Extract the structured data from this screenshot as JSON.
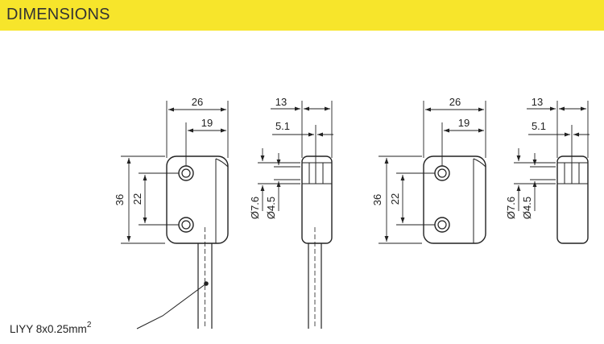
{
  "header": {
    "title": "DIMENSIONS"
  },
  "drawing": {
    "cable_label": "LIYY 8x0.25mm",
    "cable_label_superscript": "2",
    "front_view": {
      "width": "26",
      "hole_offset": "19",
      "height": "36",
      "hole_spacing": "22"
    },
    "side_view": {
      "depth": "13",
      "step": "5.1",
      "diameter_outer": "Ø7.6",
      "diameter_inner": "Ø4.5"
    }
  },
  "colors": {
    "header_bg": "#f7e52b",
    "line": "#222222"
  }
}
